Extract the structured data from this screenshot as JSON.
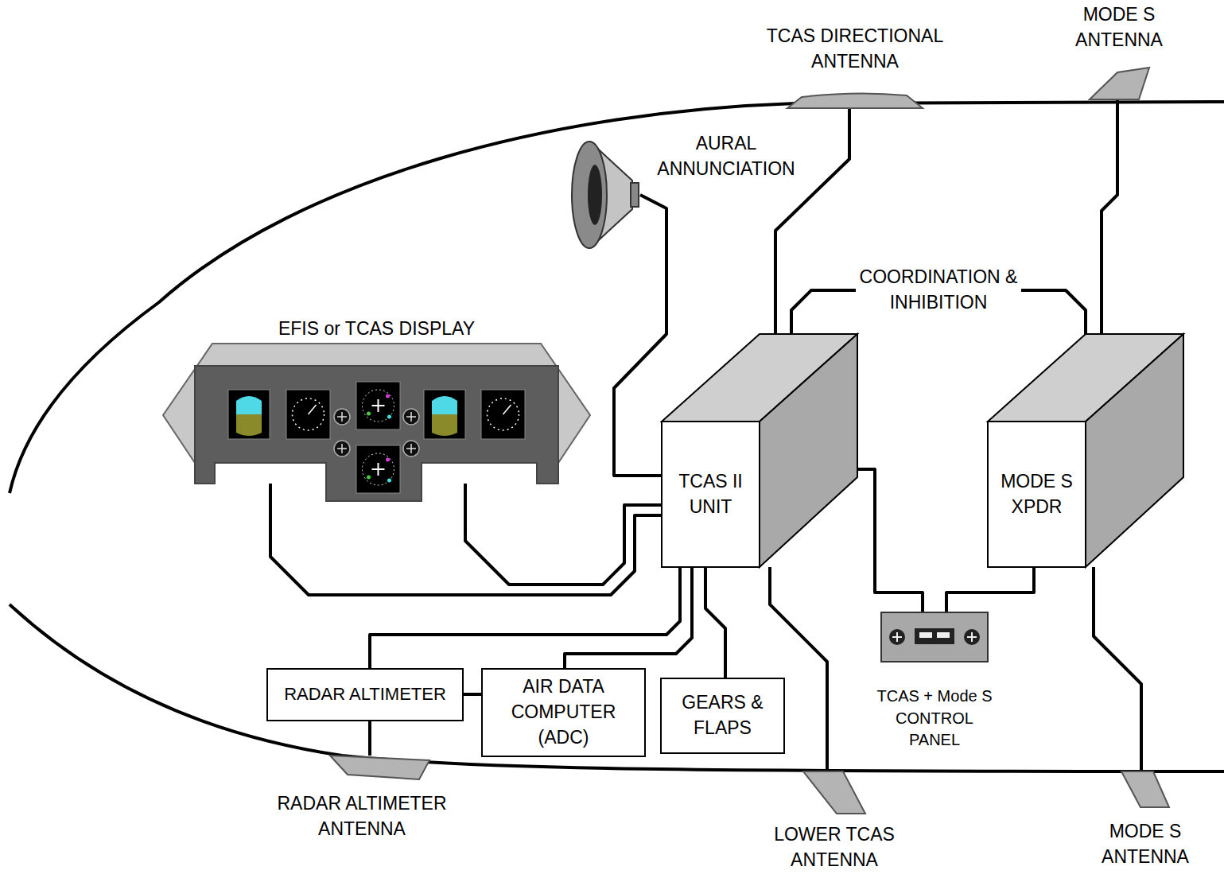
{
  "diagram": {
    "nodes": [
      {
        "text": [
          "EFIS or TCAS DISPLAY"
        ]
      },
      {
        "text": [
          "TCAS II UNIT"
        ]
      },
      {
        "text": [
          "MODE S XPDR"
        ]
      },
      {
        "text": [
          "RADAR ALTIMETER"
        ]
      },
      {
        "text": [
          "AIR DATA COMPUTER (ADC)"
        ]
      },
      {
        "text": [
          "GEARS & FLAPS"
        ]
      },
      {
        "text": [
          "TCAS + Mode S CONTROL PANEL"
        ]
      },
      {
        "text": [
          "AURAL ANNUNCIATION"
        ]
      },
      {
        "text": [
          "TCAS DIRECTIONAL ANTENNA"
        ]
      },
      {
        "text": [
          "MODE S ANTENNA"
        ]
      },
      {
        "text": [
          "LOWER TCAS ANTENNA"
        ]
      },
      {
        "text": [
          "MODE S ANTENNA"
        ]
      },
      {
        "text": [
          "RADAR ALTIMETER ANTENNA"
        ]
      }
    ],
    "edges": [
      {
        "from": 8,
        "to": 1,
        "arrow": "none"
      },
      {
        "from": 1,
        "to": 2,
        "label": "COORDINATION & INHIBITION",
        "arrow": "none"
      },
      {
        "from": 9,
        "to": 2,
        "arrow": "none"
      },
      {
        "from": 7,
        "to": 1,
        "arrow": "none"
      },
      {
        "from": 0,
        "to": 1,
        "arrow": "none"
      },
      {
        "from": 0,
        "to": 1,
        "arrow": "none"
      },
      {
        "from": 3,
        "to": 1,
        "arrow": "none"
      },
      {
        "from": 4,
        "to": 1,
        "arrow": "none"
      },
      {
        "from": 5,
        "to": 1,
        "arrow": "none"
      },
      {
        "from": 3,
        "to": 4,
        "arrow": "none"
      },
      {
        "from": 3,
        "to": 12,
        "arrow": "none"
      },
      {
        "from": 1,
        "to": 10,
        "arrow": "none"
      },
      {
        "from": 1,
        "to": 6,
        "arrow": "none"
      },
      {
        "from": 2,
        "to": 6,
        "arrow": "none"
      },
      {
        "from": 2,
        "to": 11,
        "arrow": "none"
      }
    ]
  }
}
